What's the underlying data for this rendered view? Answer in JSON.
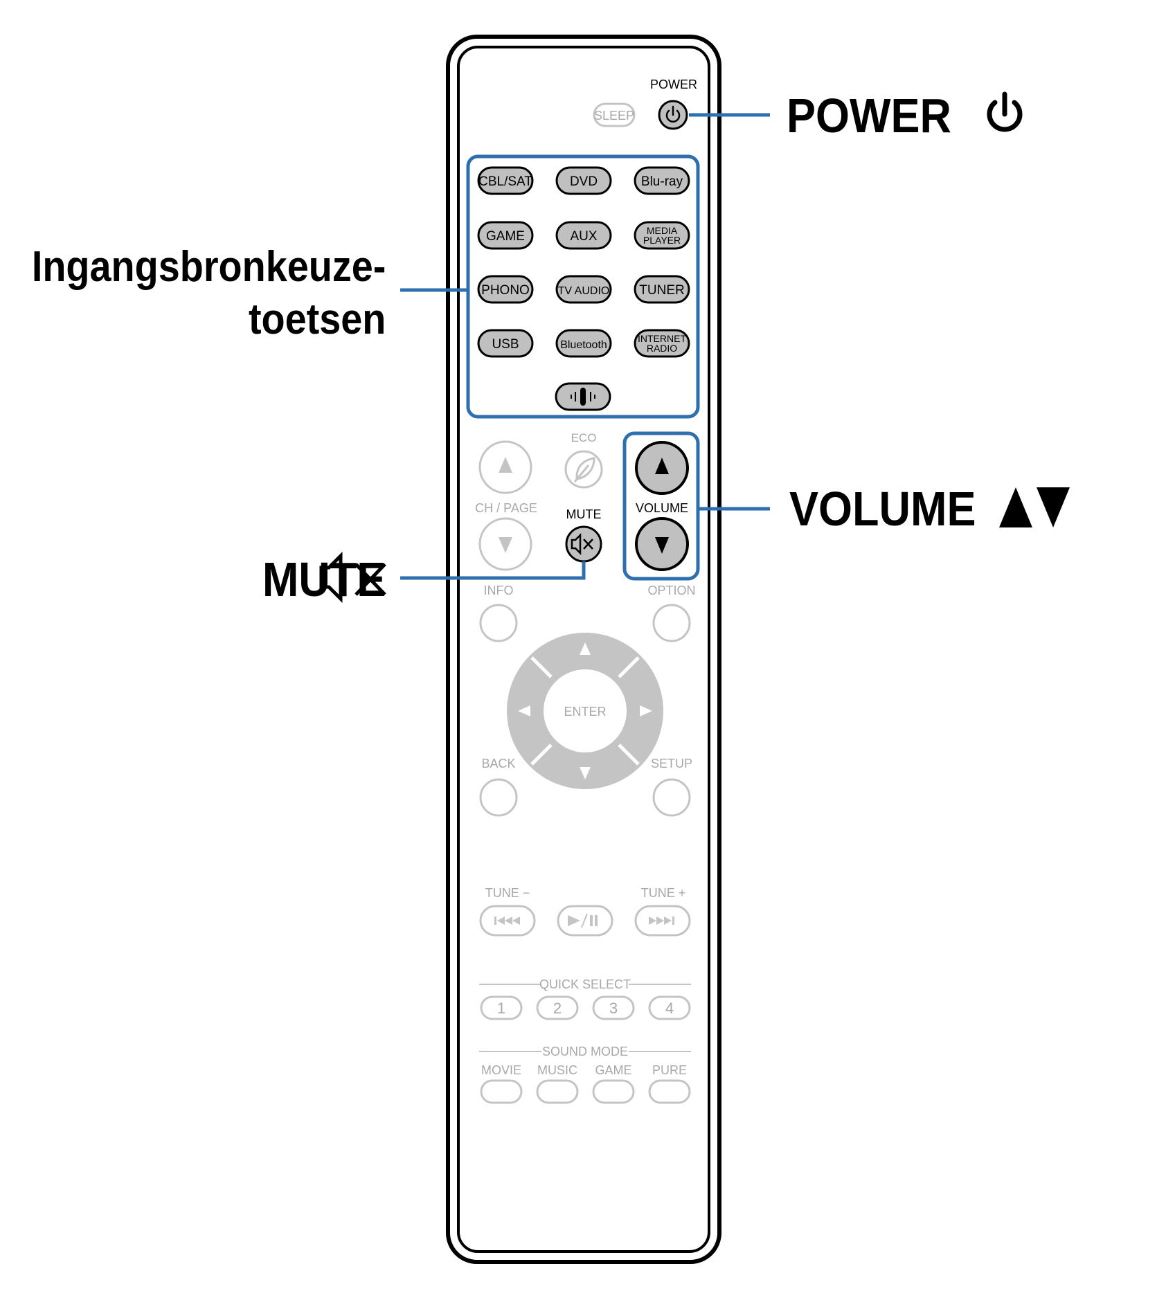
{
  "callouts": {
    "power": "POWER",
    "input_line1": "Ingangsbronkeuze-",
    "input_line2": "toetsen",
    "volume": "VOLUME",
    "mute": "MUTE"
  },
  "remote": {
    "power_label": "POWER",
    "sleep": "SLEEP",
    "input_buttons": [
      {
        "id": "cbl-sat",
        "lines": [
          "CBL/SAT"
        ]
      },
      {
        "id": "dvd",
        "lines": [
          "DVD"
        ]
      },
      {
        "id": "blu-ray",
        "lines": [
          "Blu-ray"
        ]
      },
      {
        "id": "game",
        "lines": [
          "GAME"
        ]
      },
      {
        "id": "aux",
        "lines": [
          "AUX"
        ]
      },
      {
        "id": "media-player",
        "lines": [
          "MEDIA",
          "PLAYER"
        ]
      },
      {
        "id": "phono",
        "lines": [
          "PHONO"
        ]
      },
      {
        "id": "tv-audio",
        "lines": [
          "TV AUDIO"
        ]
      },
      {
        "id": "tuner",
        "lines": [
          "TUNER"
        ]
      },
      {
        "id": "usb",
        "lines": [
          "USB"
        ]
      },
      {
        "id": "bluetooth",
        "lines": [
          "Bluetooth"
        ]
      },
      {
        "id": "internet-radio",
        "lines": [
          "INTERNET",
          "RADIO"
        ]
      }
    ],
    "eco": "ECO",
    "ch_page": "CH / PAGE",
    "mute_label": "MUTE",
    "volume_label": "VOLUME",
    "info": "INFO",
    "option": "OPTION",
    "enter": "ENTER",
    "back": "BACK",
    "setup": "SETUP",
    "tune_minus": "TUNE −",
    "tune_plus": "TUNE +",
    "quick_select": "QUICK SELECT",
    "quick_select_buttons": [
      "1",
      "2",
      "3",
      "4"
    ],
    "sound_mode": "SOUND MODE",
    "sound_mode_buttons": [
      "MOVIE",
      "MUSIC",
      "GAME",
      "PURE"
    ]
  },
  "colors": {
    "highlight": "#2e6fb0",
    "active_button": "#c0c0c0",
    "inactive_outline": "#c4c4c4",
    "inactive_text": "#a8a8a8",
    "text": "#000000"
  },
  "icons": [
    "power-icon",
    "speaker-mute-icon",
    "volume-up-arrow-icon",
    "volume-down-arrow-icon",
    "heos-icon",
    "eco-leaf-icon",
    "enter-icon",
    "skip-back-icon",
    "play-pause-icon",
    "skip-forward-icon"
  ]
}
